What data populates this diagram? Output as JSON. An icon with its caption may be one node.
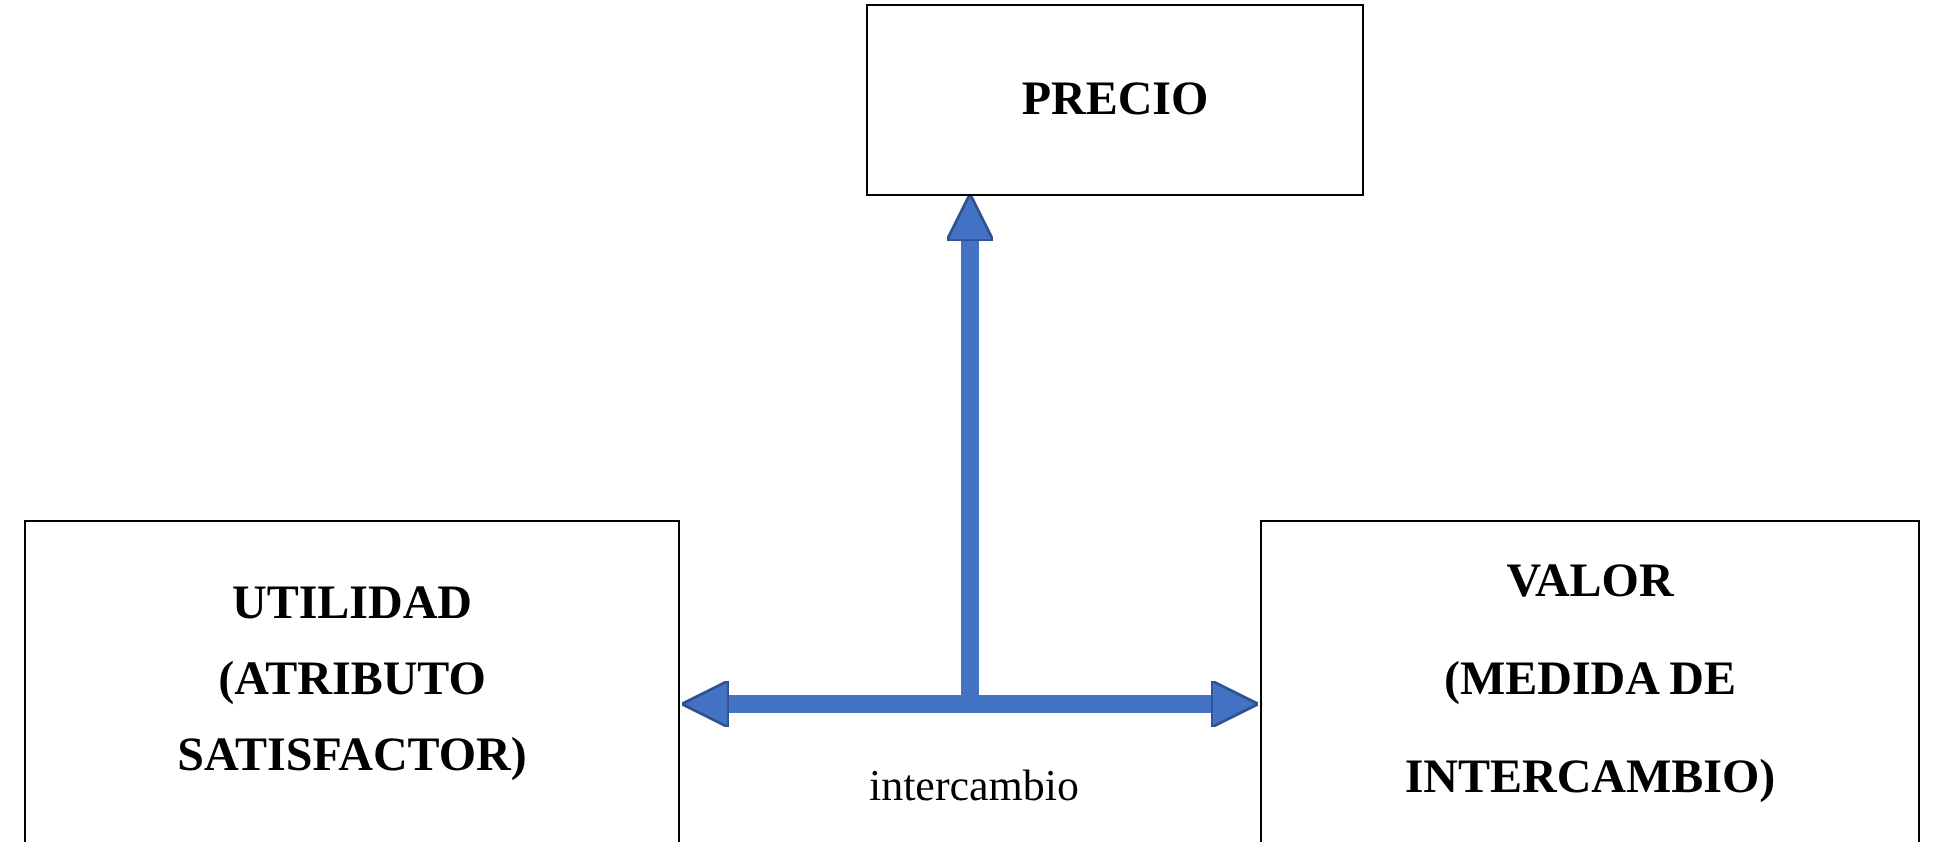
{
  "diagram": {
    "nodes": [
      {
        "text": [
          "PRECIO"
        ]
      },
      {
        "text": [
          "UTILIDAD (ATRIBUTO SATISFACTOR)"
        ]
      },
      {
        "text": [
          "VALOR (MEDIDA DE INTERCAMBIO)"
        ]
      }
    ],
    "edges": [
      {
        "from": 1,
        "to": 2,
        "arrow": "both",
        "label": "intercambio"
      },
      {
        "from": null,
        "to": 0,
        "arrow": "to"
      }
    ]
  }
}
